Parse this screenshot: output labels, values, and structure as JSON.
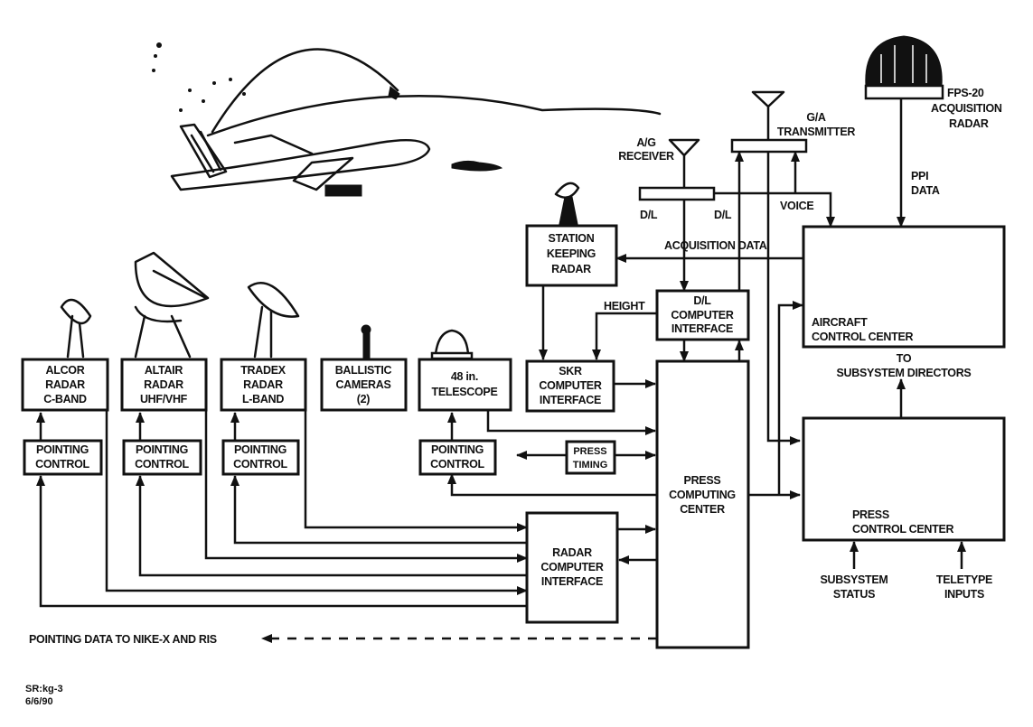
{
  "diagram": {
    "blocks": {
      "alcor": [
        "ALCOR",
        "RADAR",
        "C-BAND"
      ],
      "altair": [
        "ALTAIR",
        "RADAR",
        "UHF/VHF"
      ],
      "tradex": [
        "TRADEX",
        "RADAR",
        "L-BAND"
      ],
      "ballistic": [
        "BALLISTIC",
        "CAMERAS",
        "(2)"
      ],
      "telescope": [
        "48 in.",
        "TELESCOPE"
      ],
      "skr": [
        "SKR",
        "COMPUTER",
        "INTERFACE"
      ],
      "station_keeping": [
        "STATION",
        "KEEPING",
        "RADAR"
      ],
      "dl_interface": [
        "D/L",
        "COMPUTER",
        "INTERFACE"
      ],
      "press_computing": [
        "PRESS",
        "COMPUTING",
        "CENTER"
      ],
      "radar_interface": [
        "RADAR",
        "COMPUTER",
        "INTERFACE"
      ],
      "press_timing": [
        "PRESS",
        "TIMING"
      ],
      "aircraft_control": [
        "AIRCRAFT",
        "CONTROL CENTER"
      ],
      "press_control": [
        "PRESS",
        "CONTROL CENTER"
      ],
      "pointing_control": [
        "POINTING",
        "CONTROL"
      ]
    },
    "labels": {
      "ag_receiver": [
        "A/G",
        "RECEIVER"
      ],
      "ga_transmitter": [
        "G/A",
        "TRANSMITTER"
      ],
      "fps20": [
        "FPS-20",
        "ACQUISITION",
        "RADAR"
      ],
      "ppi_data": [
        "PPI",
        "DATA"
      ],
      "dl_left": "D/L",
      "dl_right": "D/L",
      "voice": "VOICE",
      "acquisition_data": "ACQUISITION DATA",
      "height": "HEIGHT",
      "to_subsystem": [
        "TO",
        "SUBSYSTEM DIRECTORS"
      ],
      "subsystem_status": [
        "SUBSYSTEM",
        "STATUS"
      ],
      "teletype_inputs": [
        "TELETYPE",
        "INPUTS"
      ],
      "pointing_data": "POINTING DATA TO NIKE-X AND RIS"
    },
    "footer": {
      "ref": "SR:kg-3",
      "date": "6/6/90"
    },
    "icons": [
      "aircraft-illustration",
      "missile-trajectory-icon",
      "radar-dish-icon",
      "camera-tower-icon",
      "telescope-dome-icon",
      "antenna-icon",
      "radome-icon"
    ]
  }
}
